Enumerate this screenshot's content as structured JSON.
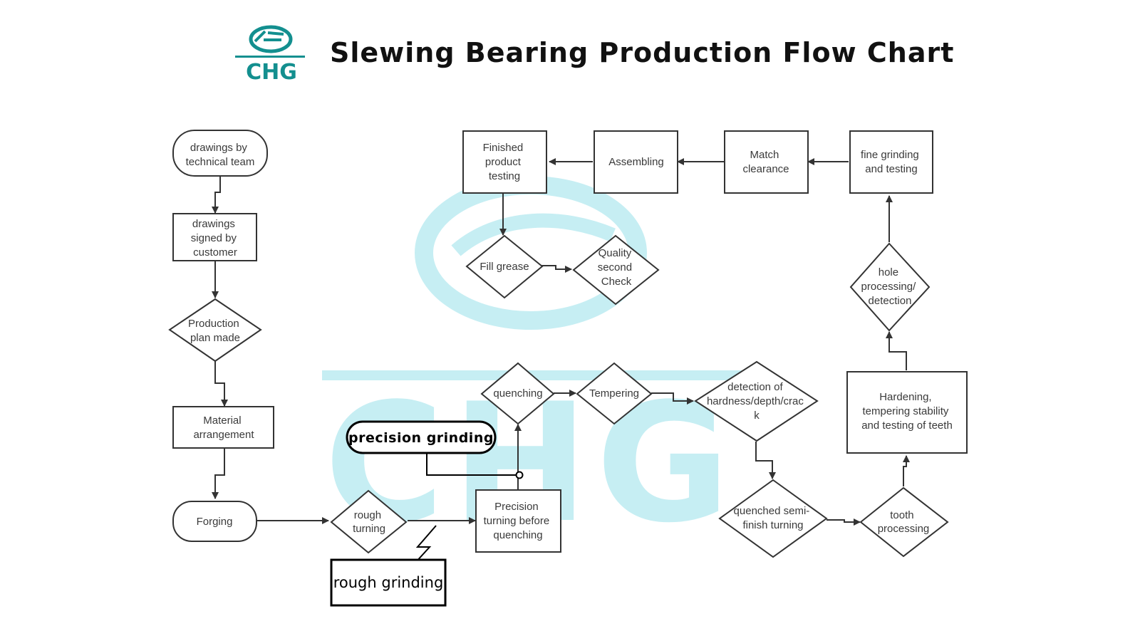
{
  "header": {
    "logo_text": "CHG",
    "title": "Slewing Bearing Production Flow Chart"
  },
  "watermark": {
    "text": "CHG"
  },
  "colors": {
    "brand": "#138f8f",
    "watermark": "#c6eef3",
    "line": "#333333"
  },
  "nodes": {
    "drawings_tech": [
      "drawings by",
      "technical team"
    ],
    "drawings_signed": [
      "drawings",
      "signed by",
      "customer"
    ],
    "production_plan": [
      "Production",
      "plan made"
    ],
    "material": [
      "Material",
      "arrangement"
    ],
    "forging": [
      "Forging"
    ],
    "rough_turning": [
      "rough",
      "turning"
    ],
    "precision_turning": [
      "Precision",
      "turning before",
      "quenching"
    ],
    "quenching": [
      "quenching"
    ],
    "tempering": [
      "Tempering"
    ],
    "detection": [
      "detection of",
      "hardness/depth/crac",
      "k"
    ],
    "quenched_semi": [
      "quenched semi-",
      "finish turning"
    ],
    "tooth": [
      "tooth",
      "processing"
    ],
    "hardening": [
      "Hardening,",
      "tempering stability",
      "and testing of teeth"
    ],
    "hole": [
      "hole",
      "processing/",
      "detection"
    ],
    "fine_grinding": [
      "fine grinding",
      "and testing"
    ],
    "match": [
      "Match",
      "clearance"
    ],
    "assembling": [
      "Assembling"
    ],
    "finished": [
      "Finished",
      "product",
      "testing"
    ],
    "fill_grease": [
      "Fill grease"
    ],
    "quality": [
      "Quality",
      "second",
      "Check"
    ]
  },
  "callouts": {
    "precision_grinding": "precision grinding",
    "rough_grinding": "rough grinding"
  }
}
